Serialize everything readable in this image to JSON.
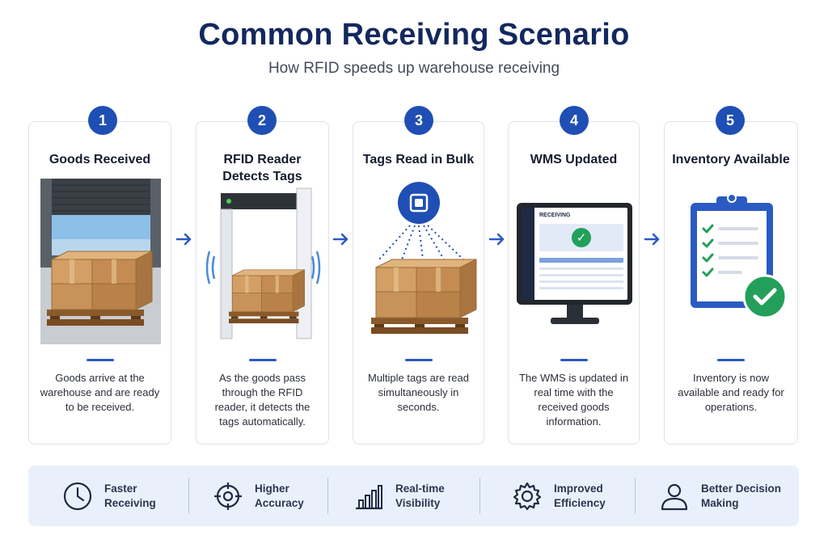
{
  "header": {
    "title": "Common Receiving Scenario",
    "subtitle": "How RFID speeds up warehouse receiving"
  },
  "colors": {
    "accent": "#1f4fb4",
    "title": "#13285e",
    "check": "#22a05a",
    "benefit_bg": "#eaf0fb"
  },
  "steps": [
    {
      "number": "1",
      "title": "Goods Received",
      "description": "Goods arrive at the warehouse and are ready to be received.",
      "icon": "loading-dock-pallet-icon"
    },
    {
      "number": "2",
      "title": "RFID Reader Detects Tags",
      "description": "As the goods pass through the RFID reader, it detects the tags automatically.",
      "icon": "rfid-portal-icon"
    },
    {
      "number": "3",
      "title": "Tags Read in Bulk",
      "description": "Multiple tags are read simultaneously in seconds.",
      "icon": "bulk-tag-read-icon"
    },
    {
      "number": "4",
      "title": "WMS Updated",
      "description": "The WMS is updated in real time with the received goods information.",
      "icon": "wms-monitor-icon"
    },
    {
      "number": "5",
      "title": "Inventory Available",
      "description": "Inventory is now available and ready for operations.",
      "icon": "clipboard-check-icon"
    }
  ],
  "wms_screen": {
    "label": "RECEIVING"
  },
  "benefits": [
    {
      "label": "Faster Receiving",
      "icon": "clock-icon"
    },
    {
      "label": "Higher Accuracy",
      "icon": "target-icon"
    },
    {
      "label": "Real-time Visibility",
      "icon": "bar-chart-icon"
    },
    {
      "label": "Improved Efficiency",
      "icon": "gear-icon"
    },
    {
      "label": "Better Decision Making",
      "icon": "person-icon"
    }
  ]
}
